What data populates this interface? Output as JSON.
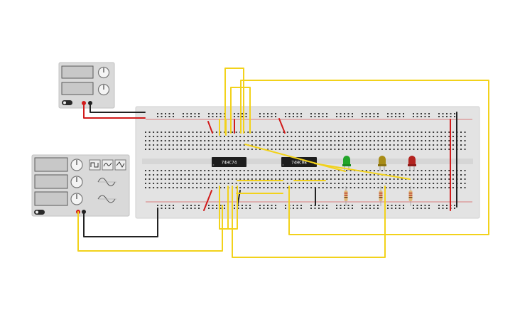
{
  "chips": [
    {
      "name": "chip-74hc74",
      "label": "74HC74"
    },
    {
      "name": "chip-74hc08",
      "label": "74HC08"
    }
  ],
  "colors": {
    "breadboard": "#e3e3e3",
    "hole": "#3a3a3a",
    "rail_red": "#d11a1a",
    "wire_yellow": "#f2d21b",
    "wire_black": "#222222",
    "wire_red": "#d11a1a",
    "chip_body": "#1d1d1d",
    "led_green": "#22a52a",
    "led_yellow": "#a88c17",
    "led_red": "#b3231f",
    "instrument_body": "#d9d9d9",
    "display": "#c8c8c8"
  },
  "icons": {
    "power_supply": "dc-power-supply-icon",
    "function_generator": "function-generator-icon",
    "wave_square": "square-wave-icon",
    "wave_triangle": "triangle-wave-icon",
    "wave_sine": "sine-wave-icon"
  }
}
